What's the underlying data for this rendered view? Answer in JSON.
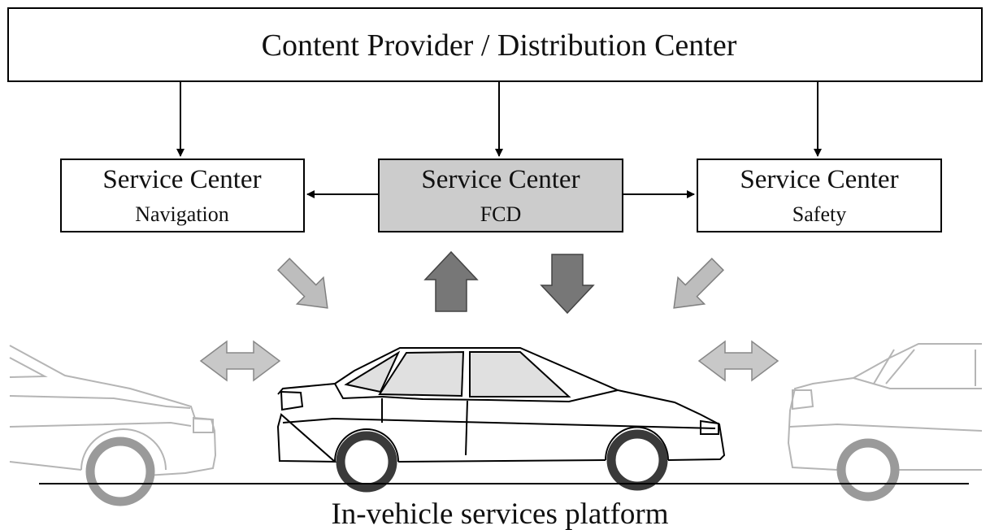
{
  "top_box": {
    "label": "Content Provider / Distribution Center"
  },
  "service_centers": [
    {
      "title": "Service Center",
      "subtitle": "Navigation"
    },
    {
      "title": "Service Center",
      "subtitle": "FCD"
    },
    {
      "title": "Service Center",
      "subtitle": "Safety"
    }
  ],
  "platform_label": "In-vehicle services platform",
  "colors": {
    "fcd_box_fill": "#cccccc",
    "dark_arrow": "#777777",
    "light_arrow": "#bdbdbd",
    "faded_car_outline": "#b5b5b5",
    "faded_wheel": "#9a9a9a",
    "main_wheel": "#3a3a3a"
  }
}
